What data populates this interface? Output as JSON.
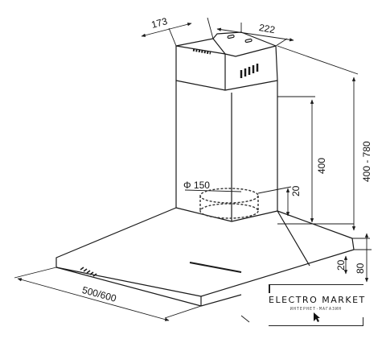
{
  "dimensions": {
    "chimney_depth": "173",
    "chimney_width": "222",
    "chimney_height": "400",
    "total_height": "400 - 780",
    "duct_diameter": "Φ 150",
    "collar_height": "20",
    "canopy_height": "80",
    "canopy_edge": "20",
    "hood_width": "500/600"
  },
  "watermark": {
    "brand": "ELECTRO MARKET",
    "tagline": "ИНТЕРНЕТ-МАГАЗИН"
  },
  "colors": {
    "line": "#1a1a1a",
    "dashed": "#333333"
  },
  "icons": {
    "cursor": "mouse-pointer-icon"
  }
}
